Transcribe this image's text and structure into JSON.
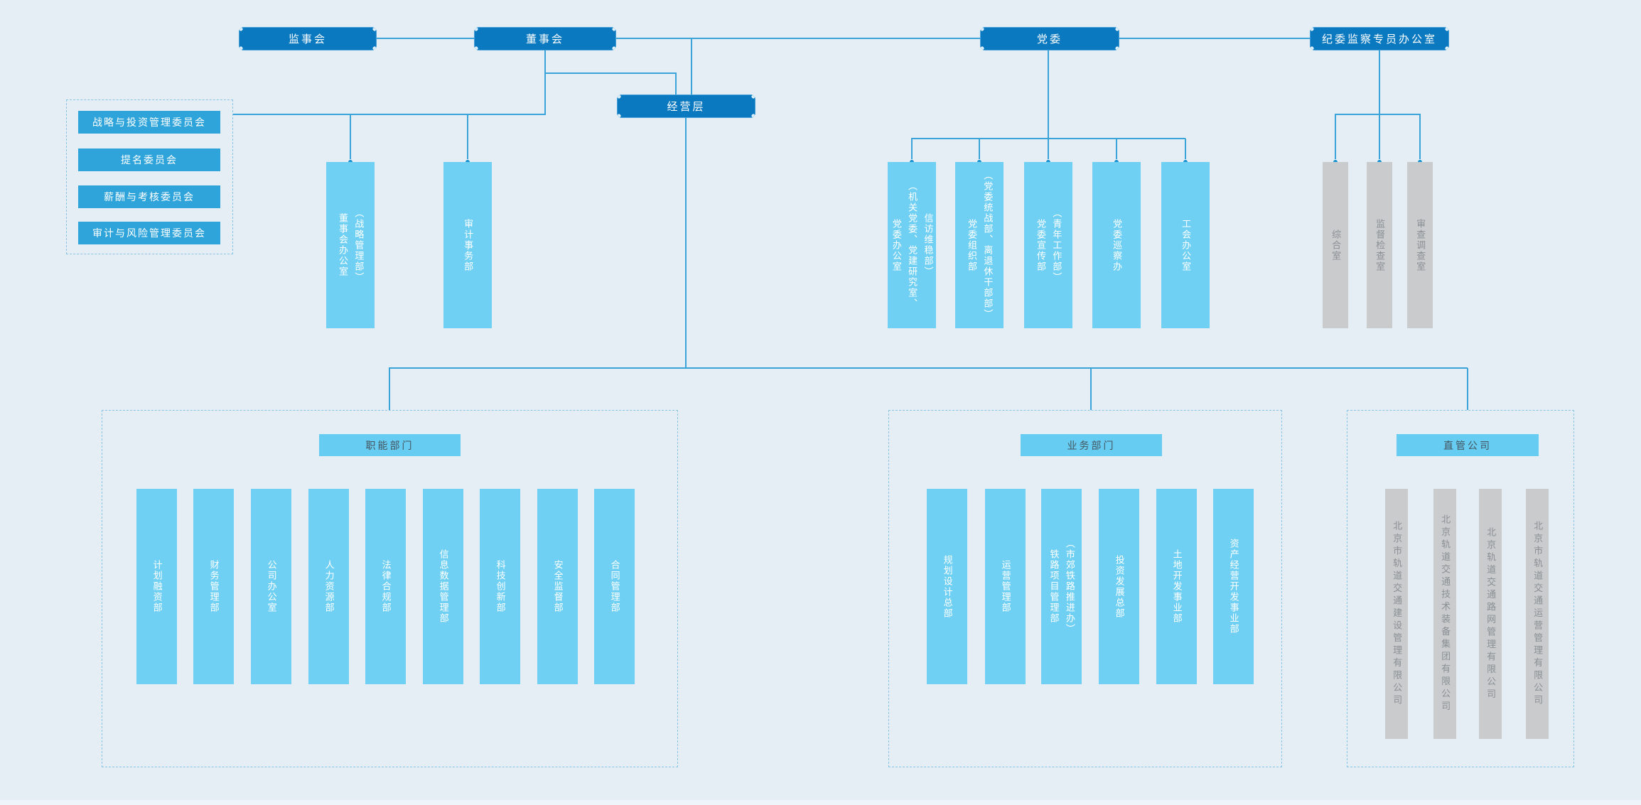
{
  "org": {
    "top": {
      "supervisory": "监事会",
      "board": "董事会",
      "party": "党委",
      "discipline": "纪委监察专员办公室",
      "management": "经营层"
    },
    "committees": [
      {
        "label": "战略与投资管理委员会"
      },
      {
        "label": "提名委员会"
      },
      {
        "label": "薪酬与考核委员会"
      },
      {
        "label": "审计与风险管理委员会"
      }
    ],
    "board_children": [
      {
        "label": "董事会办公室\n（战略管理部）"
      },
      {
        "label": "审计事务部"
      }
    ],
    "party_children": [
      {
        "label": "党委办公室\n（机关党委、党建研究室、\n信访维稳部）"
      },
      {
        "label": "党委组织部\n（党委统战部、离退休干部部）"
      },
      {
        "label": "党委宣传部\n（青年工作部）"
      },
      {
        "label": "党委巡察办"
      },
      {
        "label": "工会办公室"
      }
    ],
    "discipline_children": [
      {
        "label": "综合室"
      },
      {
        "label": "监督检查室"
      },
      {
        "label": "审查调查室"
      }
    ],
    "functional": {
      "label": "职能部门",
      "items": [
        {
          "label": "计划融资部"
        },
        {
          "label": "财务管理部"
        },
        {
          "label": "公司办公室"
        },
        {
          "label": "人力资源部"
        },
        {
          "label": "法律合规部"
        },
        {
          "label": "信息数据管理部"
        },
        {
          "label": "科技创新部"
        },
        {
          "label": "安全监督部"
        },
        {
          "label": "合同管理部"
        }
      ]
    },
    "business": {
      "label": "业务部门",
      "items": [
        {
          "label": "规划设计总部"
        },
        {
          "label": "运营管理部"
        },
        {
          "label": "铁路项目管理部\n（市郊铁路推进办）"
        },
        {
          "label": "投资发展总部"
        },
        {
          "label": "土地开发事业部"
        },
        {
          "label": "资产经营开发事业部"
        }
      ]
    },
    "companies": {
      "label": "直管公司",
      "items": [
        {
          "label": "北京市轨道交通建设管理有限公司"
        },
        {
          "label": "北京轨道交通技术装备集团有限公司"
        },
        {
          "label": "北京轨道交通路网管理有限公司"
        },
        {
          "label": "北京市轨道交通运营管理有限公司"
        }
      ]
    }
  },
  "colors": {
    "background": "#e4eef4",
    "primary_dark_blue": "#0a79c0",
    "committee_blue": "#2ea4da",
    "node_light_blue": "#6fd0f3",
    "section_label_blue": "#67ccf1",
    "gray_node": "#c9cbcd",
    "connector_line": "#3aa3d8",
    "connector_dot": "#1791d2",
    "dashed_border": "#8ac4e4",
    "label_text": "#44555f",
    "gray_text": "#8a9095"
  }
}
